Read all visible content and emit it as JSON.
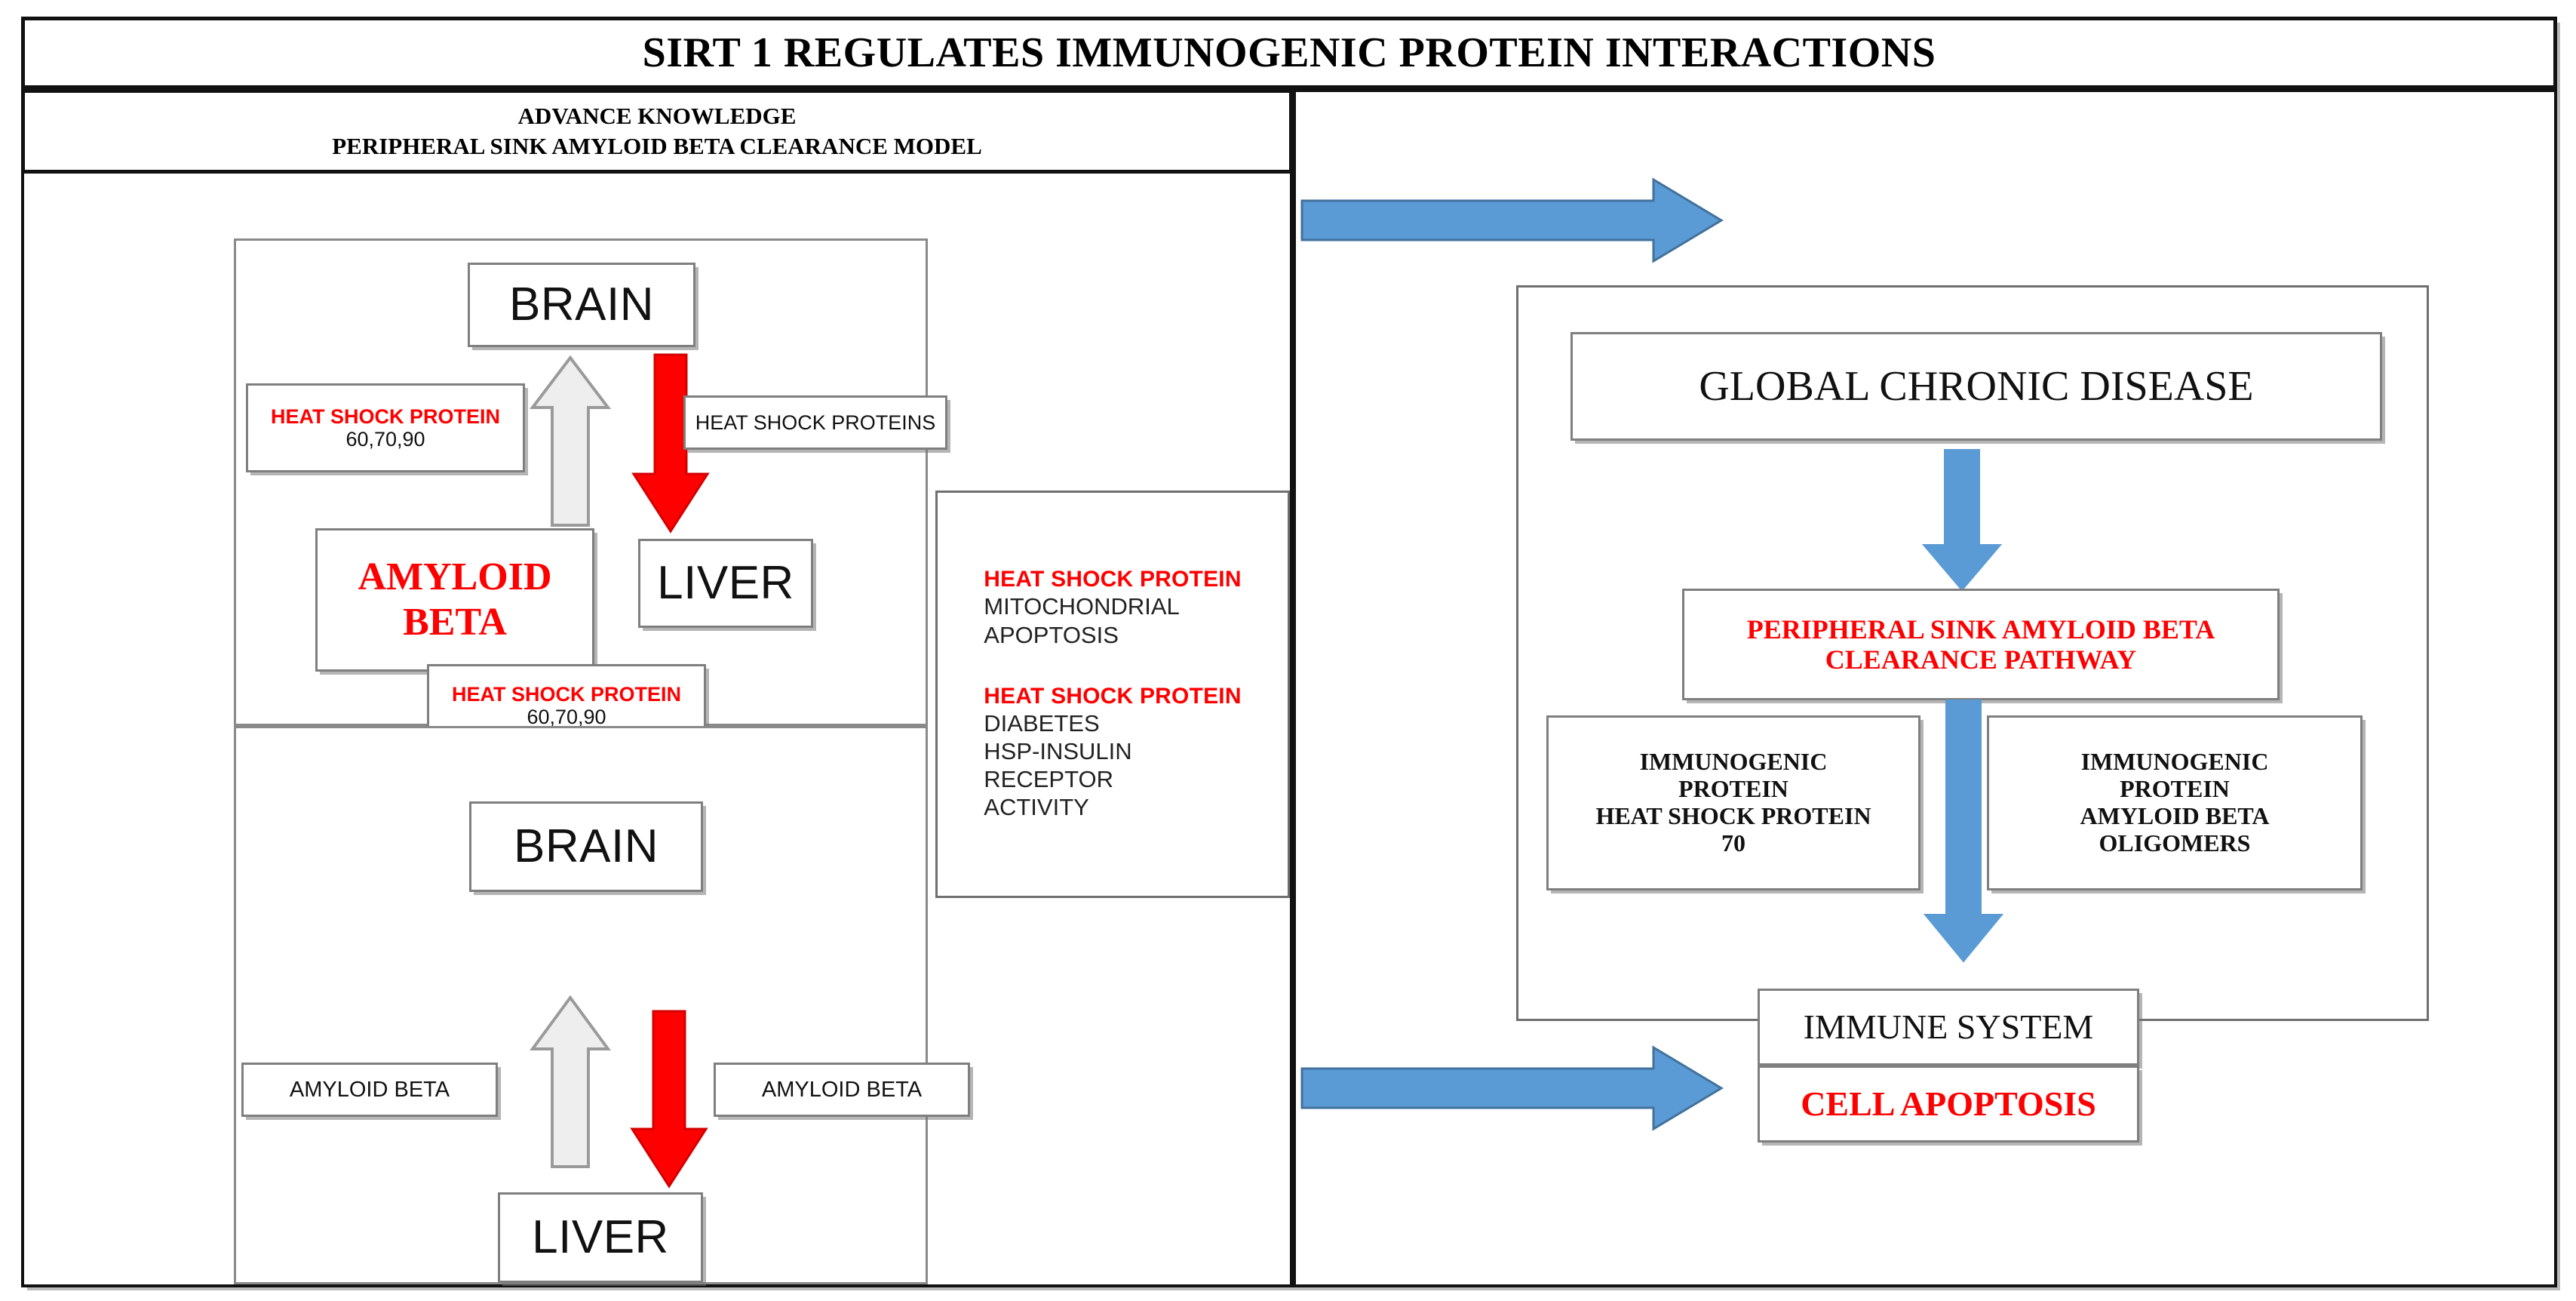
{
  "title": "SIRT 1 REGULATES IMMUNOGENIC PROTEIN INTERACTIONS",
  "left_header": {
    "line1": "ADVANCE KNOWLEDGE",
    "line2": "PERIPHERAL SINK AMYLOID BETA CLEARANCE MODEL"
  },
  "colors": {
    "red": "#ff0000",
    "blue_arrow": "#5b9bd5",
    "blue_arrow_border": "#41719c",
    "red_arrow": "#ff0000",
    "grey_arrow_fill": "#eeeeee",
    "grey_arrow_border": "#9a9a9a",
    "box_border": "#7f7f7f",
    "frame_border": "#111111",
    "text": "#111111"
  },
  "panel_top": {
    "brain": "BRAIN",
    "liver": "LIVER",
    "hsp_left": {
      "line1": "HEAT SHOCK PROTEIN",
      "line2": "60,70,90"
    },
    "hsp_right": "HEAT SHOCK PROTEINS",
    "amyloid_beta": {
      "line1": "AMYLOID",
      "line2": "BETA"
    },
    "hsp_bottom": {
      "line1": "HEAT SHOCK PROTEIN",
      "line2": "60,70,90"
    },
    "up_arrow_label": "grey-up-arrow",
    "down_arrow_label": "red-down-arrow"
  },
  "panel_bottom": {
    "brain": "BRAIN",
    "liver": "LIVER",
    "amyloid_left": "AMYLOID BETA",
    "amyloid_right": "AMYLOID BETA"
  },
  "mid_column": {
    "group1": {
      "header": "HEAT SHOCK PROTEIN",
      "lines": [
        "MITOCHONDRIAL",
        "APOPTOSIS"
      ]
    },
    "group2": {
      "header": "HEAT SHOCK PROTEIN",
      "lines": [
        "DIABETES",
        "HSP-INSULIN",
        "RECEPTOR",
        "ACTIVITY"
      ]
    }
  },
  "right_panel": {
    "global_disease": "GLOBAL CHRONIC DISEASE",
    "pathway": {
      "line1": "PERIPHERAL SINK AMYLOID BETA",
      "line2": "CLEARANCE  PATHWAY"
    },
    "immuno_left": {
      "line1": "IMMUNOGENIC",
      "line2": "PROTEIN",
      "line3": "HEAT SHOCK PROTEIN",
      "line4": "70"
    },
    "immuno_right": {
      "line1": "IMMUNOGENIC",
      "line2": "PROTEIN",
      "line3": "AMYLOID BETA",
      "line4": "OLIGOMERS"
    },
    "immune_system": "IMMUNE SYSTEM",
    "cell_apoptosis": "CELL APOPTOSIS"
  },
  "connectors": {
    "top_blue_arrow": "blue-right-arrow-top",
    "bottom_blue_arrow": "blue-right-arrow-bottom",
    "disease_to_pathway": "blue-down-arrow-1",
    "pathway_to_immune": "blue-down-arrow-2"
  }
}
